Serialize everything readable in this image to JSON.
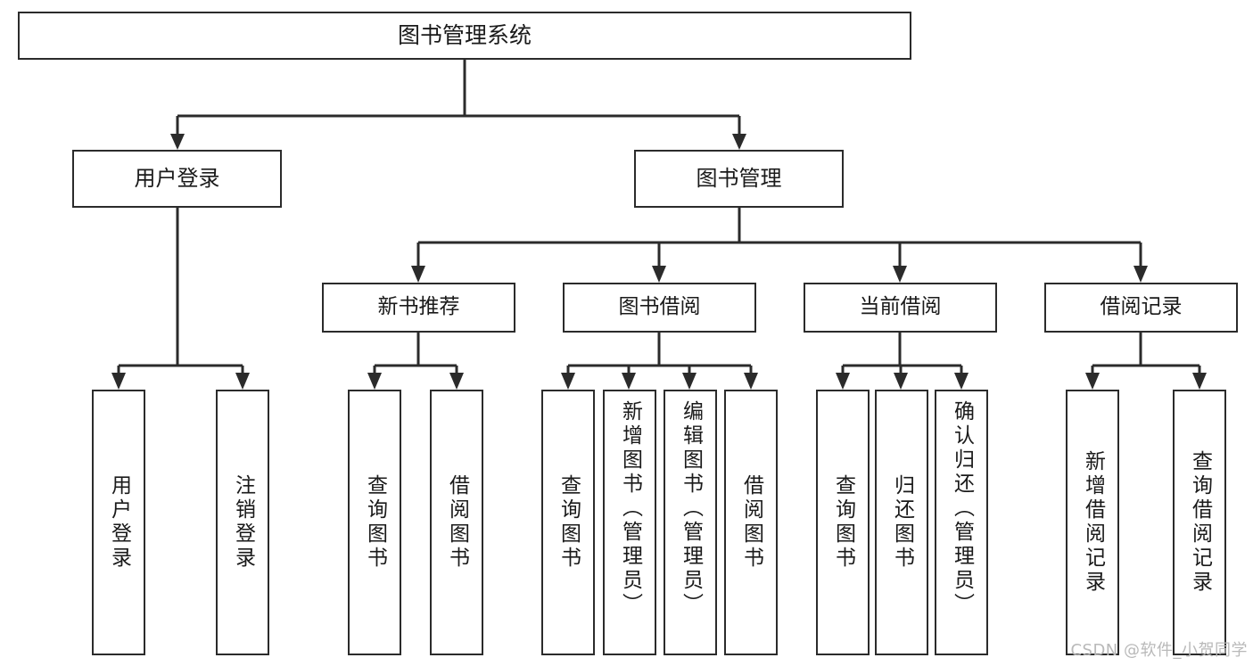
{
  "diagram": {
    "type": "tree",
    "title": "图书管理系统",
    "watermark": "CSDN @软件_小贺同学",
    "root": {
      "label": "图书管理系统"
    },
    "level2": [
      {
        "label": "用户登录"
      },
      {
        "label": "图书管理"
      }
    ],
    "level3": [
      {
        "label": "新书推荐"
      },
      {
        "label": "图书借阅"
      },
      {
        "label": "当前借阅"
      },
      {
        "label": "借阅记录"
      }
    ],
    "leaves": {
      "user_login": [
        {
          "label": "用户登录"
        },
        {
          "label": "注销登录"
        }
      ],
      "new_book_recommend": [
        {
          "label": "查询图书"
        },
        {
          "label": "借阅图书"
        }
      ],
      "book_borrow": [
        {
          "label": "查询图书"
        },
        {
          "label": "新增图书（管理员）"
        },
        {
          "label": "编辑图书（管理员）"
        },
        {
          "label": "借阅图书"
        }
      ],
      "current_borrow": [
        {
          "label": "查询图书"
        },
        {
          "label": "归还图书"
        },
        {
          "label": "确认归还（管理员）"
        }
      ],
      "borrow_record": [
        {
          "label": "新增借阅记录"
        },
        {
          "label": "查询借阅记录"
        }
      ]
    },
    "colors": {
      "stroke": "#2b2b2b",
      "fill": "#ffffff",
      "text": "#1a1a1a",
      "watermark": "#b9b9b9"
    }
  }
}
